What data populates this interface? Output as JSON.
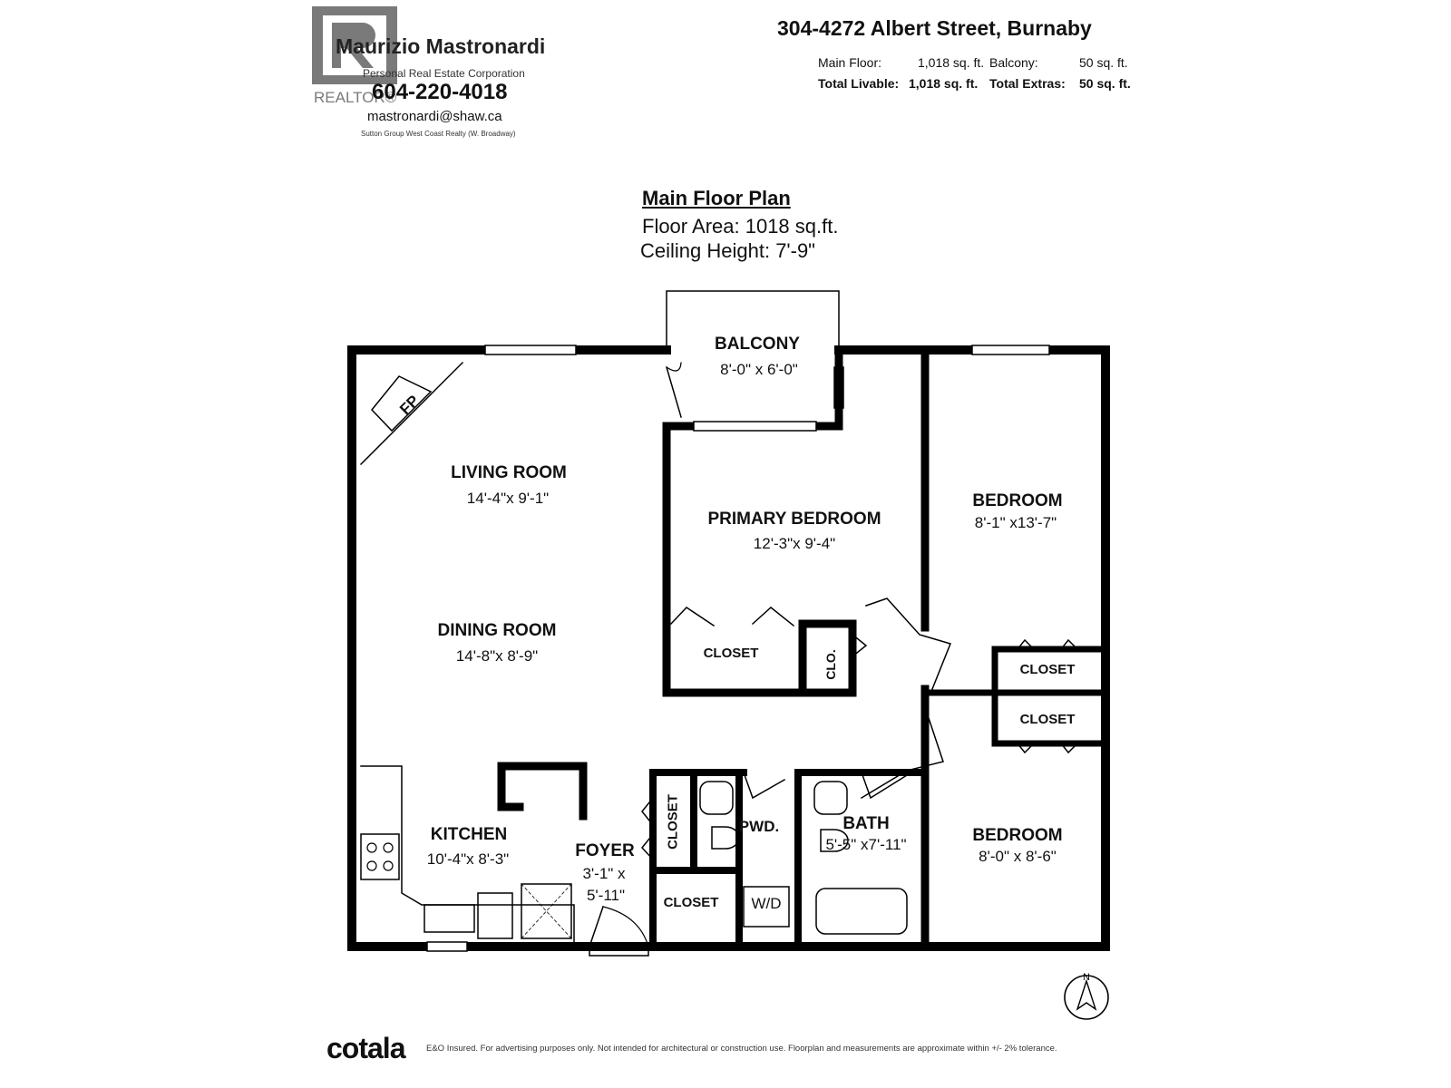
{
  "agent": {
    "name": "Maurizio Mastronardi",
    "title": "Personal Real Estate Corporation",
    "phone": "604-220-4018",
    "email": "mastronardi@shaw.ca",
    "brokerage": "Sutton Group West Coast Realty (W. Broadway)",
    "logo_text": "REALTOR®"
  },
  "listing": {
    "address": "304-4272 Albert Street, Burnaby",
    "main_floor_label": "Main Floor:",
    "main_floor_value": "1,018 sq. ft.",
    "balcony_label": "Balcony:",
    "balcony_value": "50 sq. ft.",
    "total_livable_label": "Total Livable:",
    "total_livable_value": "1,018 sq. ft.",
    "total_extras_label": "Total Extras:",
    "total_extras_value": "50 sq. ft."
  },
  "plan": {
    "title": "Main Floor Plan",
    "floor_area": "Floor Area: 1018 sq.ft.",
    "ceiling_height": "Ceiling Height: 7'-9\""
  },
  "rooms": {
    "balcony": {
      "name": "BALCONY",
      "dims": "8'-0\" x 6'-0\""
    },
    "fireplace": "FP",
    "living": {
      "name": "LIVING ROOM",
      "dims": "14'-4\"x 9'-1\""
    },
    "primary": {
      "name": "PRIMARY BEDROOM",
      "dims": "12'-3\"x 9'-4\""
    },
    "bedroom1": {
      "name": "BEDROOM",
      "dims": "8'-1\" x13'-7\""
    },
    "dining": {
      "name": "DINING ROOM",
      "dims": "14'-8\"x 8'-9\""
    },
    "kitchen": {
      "name": "KITCHEN",
      "dims": "10'-4\"x 8'-3\""
    },
    "foyer": {
      "name": "FOYER",
      "dims1": "3'-1\" x",
      "dims2": "5'-11\""
    },
    "pwd": "PWD.",
    "bath": {
      "name": "BATH",
      "dims": "5'-5\" x7'-11\""
    },
    "bedroom2": {
      "name": "BEDROOM",
      "dims": "8'-0\" x 8'-6\""
    },
    "closet": "CLOSET",
    "clo": "CLO.",
    "wd": "W/D"
  },
  "compass": "N",
  "footer": {
    "brand": "cotala",
    "disclaimer": "E&O Insured. For advertising purposes only. Not intended for architectural or construction use. Floorplan and measurements are approximate within +/- 2% tolerance."
  }
}
